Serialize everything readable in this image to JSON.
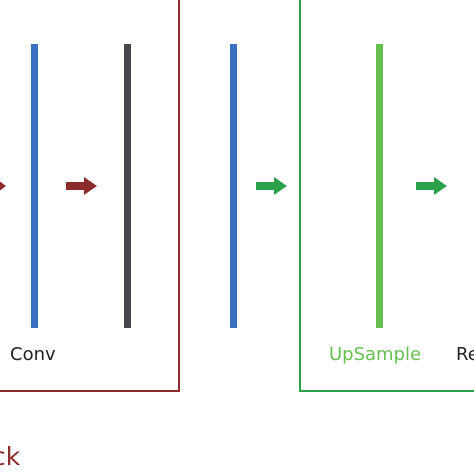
{
  "colors": {
    "red": "#8b2a2a",
    "green": "#2aa14a",
    "blue": "#3b6fbf",
    "dark_gray": "#44474c",
    "light_green": "#66c04f",
    "black": "#222222"
  },
  "labels": {
    "conv": "Conv",
    "upsample": "UpSample",
    "cut_label": "Re",
    "block_label": "ck"
  },
  "icons": {
    "arrow": "arrow-right-icon"
  }
}
